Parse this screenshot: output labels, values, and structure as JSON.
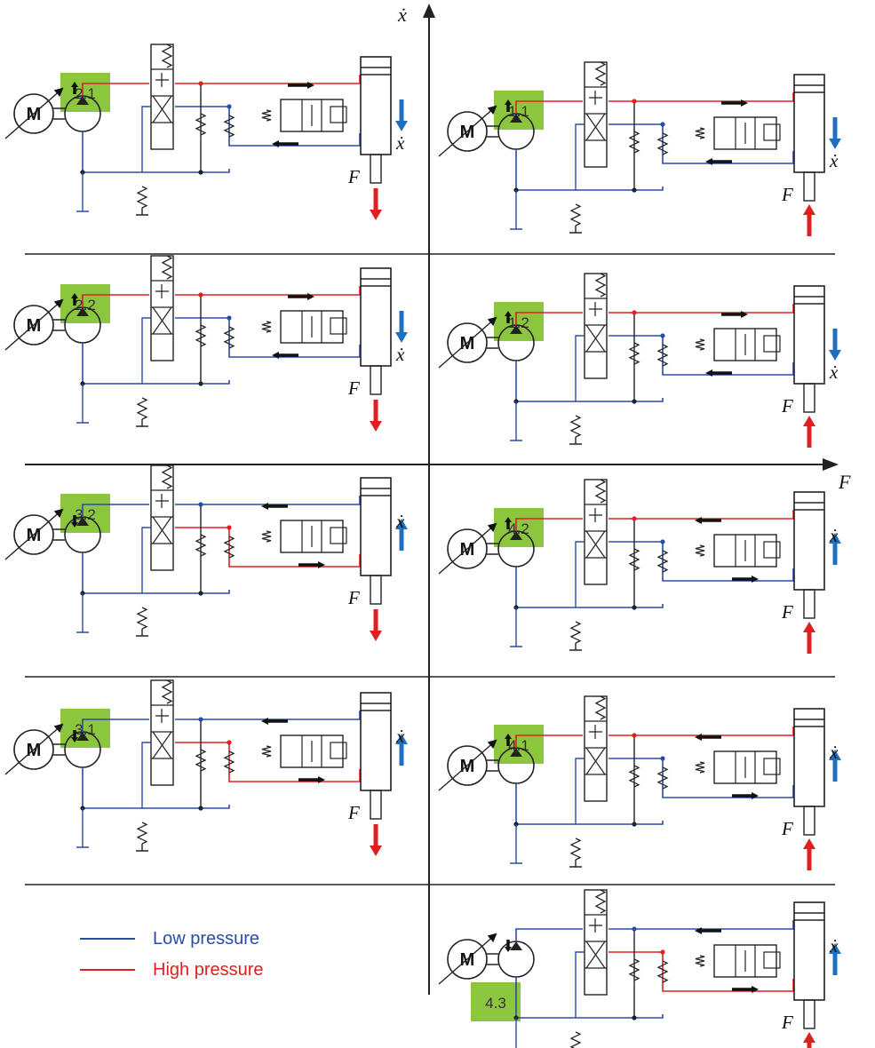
{
  "axes": {
    "vertical": "ẋ",
    "horizontal": "F"
  },
  "motor_symbol": "M",
  "force_symbol": "F",
  "velocity_symbol": "ẋ",
  "legend": [
    {
      "label": "Low pressure",
      "color": "#2b4ba8"
    },
    {
      "label": "High pressure",
      "color": "#e02020"
    }
  ],
  "colors": {
    "low": "#2b4ba8",
    "high": "#e02020",
    "label_bg": "#8cc63f",
    "velocity_arrow": "#1f6fc0",
    "force_arrow": "#e02020",
    "neutral": "#222222"
  },
  "quadrants": [
    {
      "id": "2.1",
      "label": "2.1",
      "velocity": "down",
      "force": "down"
    },
    {
      "id": "1.1",
      "label": "1.1",
      "velocity": "down",
      "force": "up"
    },
    {
      "id": "2.2",
      "label": "2.2",
      "velocity": "down",
      "force": "down"
    },
    {
      "id": "1.2",
      "label": "1.2",
      "velocity": "down",
      "force": "up"
    },
    {
      "id": "3.2",
      "label": "3.2",
      "velocity": "up",
      "force": "down"
    },
    {
      "id": "4.2",
      "label": "4.2",
      "velocity": "up",
      "force": "up"
    },
    {
      "id": "3.1",
      "label": "3.1",
      "velocity": "up",
      "force": "down"
    },
    {
      "id": "4.1",
      "label": "4.1",
      "velocity": "up",
      "force": "up"
    },
    {
      "id": "4.3",
      "label": "4.3",
      "velocity": "up",
      "force": "up"
    }
  ]
}
